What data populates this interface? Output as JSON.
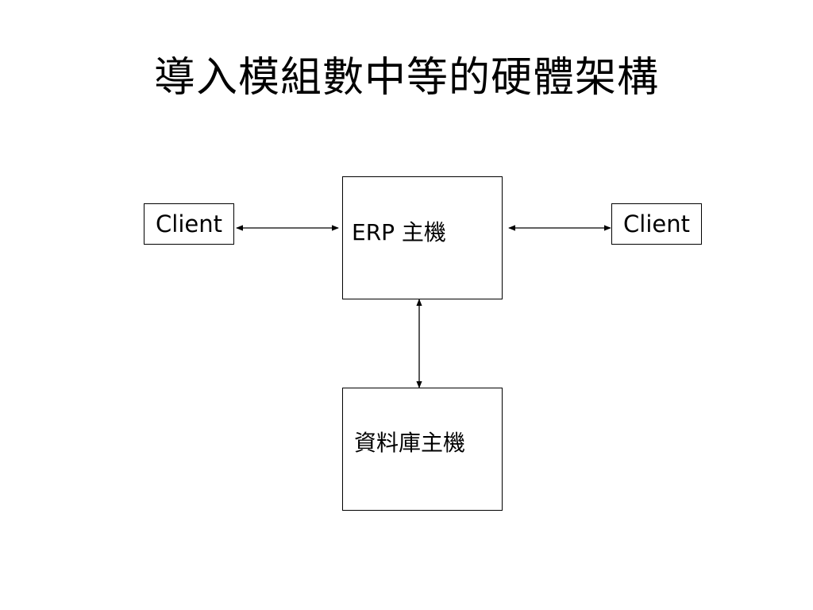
{
  "slide": {
    "title": "導入模組數中等的硬體架構"
  },
  "nodes": {
    "client_left": "Client",
    "client_right": "Client",
    "erp_host": "ERP 主機",
    "db_host": "資料庫主機"
  },
  "edges": [
    {
      "from": "client_left",
      "to": "erp_host",
      "direction": "bidirectional"
    },
    {
      "from": "erp_host",
      "to": "client_right",
      "direction": "bidirectional"
    },
    {
      "from": "erp_host",
      "to": "db_host",
      "direction": "bidirectional"
    }
  ],
  "colors": {
    "line": "#000000",
    "background": "#ffffff"
  }
}
